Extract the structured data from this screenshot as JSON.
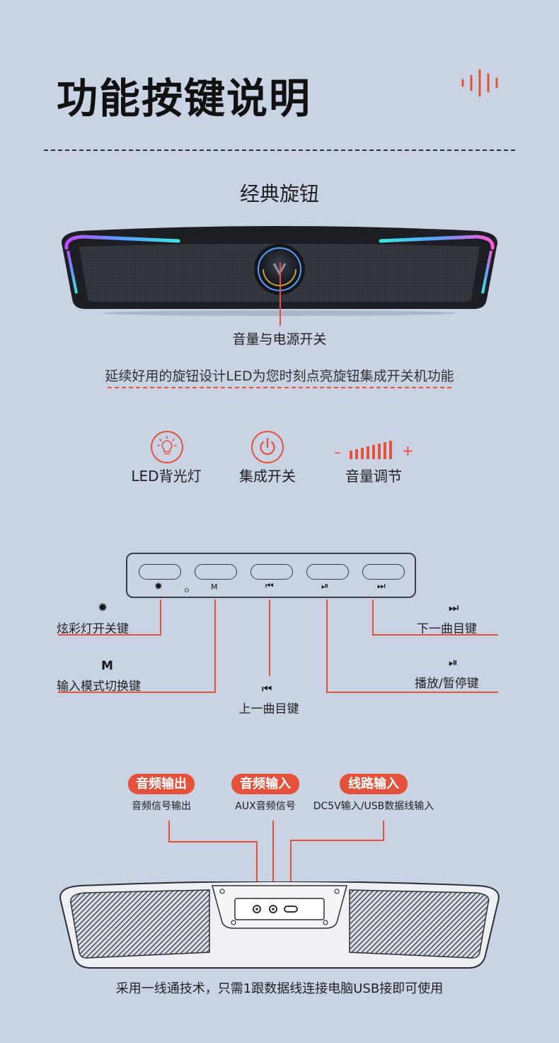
{
  "header": {
    "title": "功能按键说明"
  },
  "knob_section": {
    "title": "经典旋钮",
    "knob_label": "音量与电源开关",
    "description": "延续好用的旋钮设计LED为您时刻点亮旋钮集成开关机功能"
  },
  "features": [
    {
      "icon": "bulb-icon",
      "label": "LED背光灯"
    },
    {
      "icon": "power-icon",
      "label": "集成开关"
    },
    {
      "icon": "volume-bars-icon",
      "label": "音量调节",
      "minus": "–",
      "plus": "+"
    }
  ],
  "button_panel": {
    "keys": [
      {
        "icon": "sparkle-icon",
        "glyph": "✹",
        "label": "炫彩灯开关键"
      },
      {
        "icon": "mode-m-icon",
        "glyph": "M",
        "label": "输入模式切换键"
      },
      {
        "icon": "previous-track-icon",
        "glyph": "⏮",
        "label": "上一曲目键"
      },
      {
        "icon": "play-pause-icon",
        "glyph": "⏯",
        "label": "播放/暂停键"
      },
      {
        "icon": "next-track-icon",
        "glyph": "⏭",
        "label": "下一曲目键"
      }
    ]
  },
  "ports": [
    {
      "badge": "音频输出",
      "label": "音频信号输出"
    },
    {
      "badge": "音频输入",
      "label": "AUX音频信号"
    },
    {
      "badge": "线路输入",
      "label": "DC5V输入/USB数据线输入"
    }
  ],
  "footer": {
    "text": "采用一线通技术，只需1跟数据线连接电脑USB接即可使用"
  },
  "colors": {
    "accent": "#e4523b",
    "background": "#c9d3e3"
  }
}
